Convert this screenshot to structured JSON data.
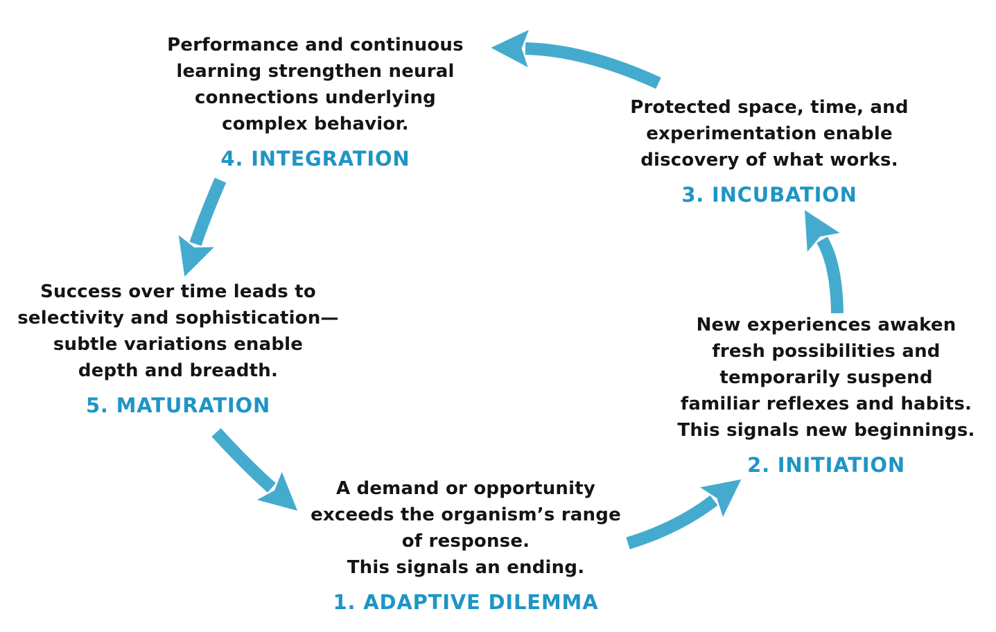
{
  "diagram": {
    "type": "cycle",
    "colors": {
      "background": "#ffffff",
      "body_text": "#141414",
      "stage_label": "#1e95c5",
      "arrow": "#45abce"
    },
    "stages": [
      {
        "label": "1. ADAPTIVE DILEMMA",
        "description": "A demand or opportunity\nexceeds the organism’s range\nof response.\nThis signals an ending."
      },
      {
        "label": "2. INITIATION",
        "description": "New experiences awaken\nfresh possibilities and\ntemporarily suspend\nfamiliar reflexes and habits.\nThis signals new beginnings."
      },
      {
        "label": "3. INCUBATION",
        "description": "Protected space, time, and\nexperimentation enable\ndiscovery of what works."
      },
      {
        "label": "4. INTEGRATION",
        "description": "Performance and continuous\nlearning strengthen neural\nconnections underlying\ncomplex behavior."
      },
      {
        "label": "5. MATURATION",
        "description": "Success over time leads to\nselectivity and sophistication—\nsubtle variations enable\ndepth and breadth."
      }
    ],
    "arrows": [
      {
        "from": "1. ADAPTIVE DILEMMA",
        "to": "2. INITIATION"
      },
      {
        "from": "2. INITIATION",
        "to": "3. INCUBATION"
      },
      {
        "from": "3. INCUBATION",
        "to": "4. INTEGRATION"
      },
      {
        "from": "4. INTEGRATION",
        "to": "5. MATURATION"
      },
      {
        "from": "5. MATURATION",
        "to": "1. ADAPTIVE DILEMMA"
      }
    ]
  }
}
